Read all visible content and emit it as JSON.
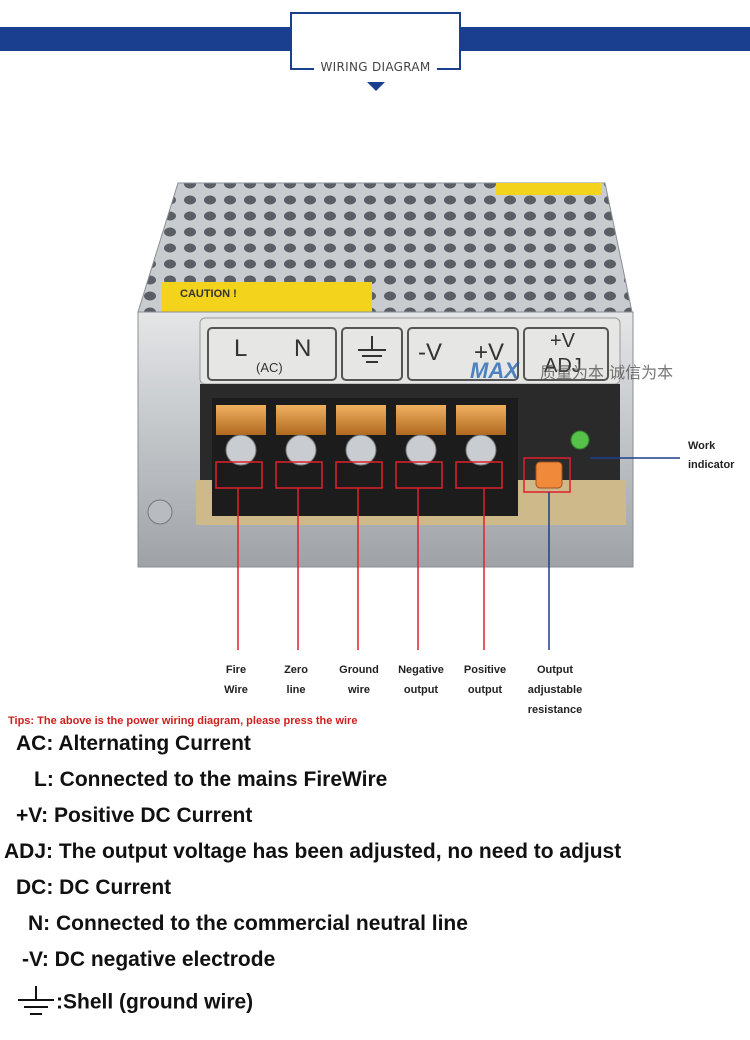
{
  "header": {
    "title": "WIRING DIAGRAM",
    "accent": "#1a3f8f"
  },
  "terminal_block": {
    "labels": [
      "L",
      "N",
      "(AC)",
      "-V",
      "+V",
      "ADJ"
    ],
    "caution": "CAUTION !"
  },
  "watermark": {
    "logo": "MAX",
    "text": "质量为本 诚信为本"
  },
  "wires": [
    {
      "name": "fire",
      "label": "Fire\nWire"
    },
    {
      "name": "zero",
      "label": "Zero\nline"
    },
    {
      "name": "ground",
      "label": "Ground\nwire"
    },
    {
      "name": "negative",
      "label": "Negative\noutput"
    },
    {
      "name": "positive",
      "label": "Positive\noutput"
    },
    {
      "name": "adjust",
      "label": "Output\nadjustable\nresistance"
    }
  ],
  "work_indicator": {
    "label": "Work\nindicator"
  },
  "tip": "Tips: The above is the power wiring diagram, please press the wire",
  "legend": [
    {
      "key": "AC:",
      "desc": " Alternating Current"
    },
    {
      "key": "L:",
      "desc": " Connected to the mains FireWire"
    },
    {
      "key": "+V:",
      "desc": " Positive DC Current"
    },
    {
      "key": "ADJ:",
      "desc": " The output voltage has been adjusted, no need to adjust"
    },
    {
      "key": "DC:",
      "desc": " DC Current"
    },
    {
      "key": "N:",
      "desc": " Connected to the commercial neutral line"
    },
    {
      "key": "-V:",
      "desc": " DC negative electrode"
    },
    {
      "key": ":",
      "desc": "Shell (ground wire)"
    }
  ],
  "colors": {
    "wire_red": "#e0202a",
    "wire_blue": "#1a3f8f",
    "tip_red": "#d01d1d"
  }
}
